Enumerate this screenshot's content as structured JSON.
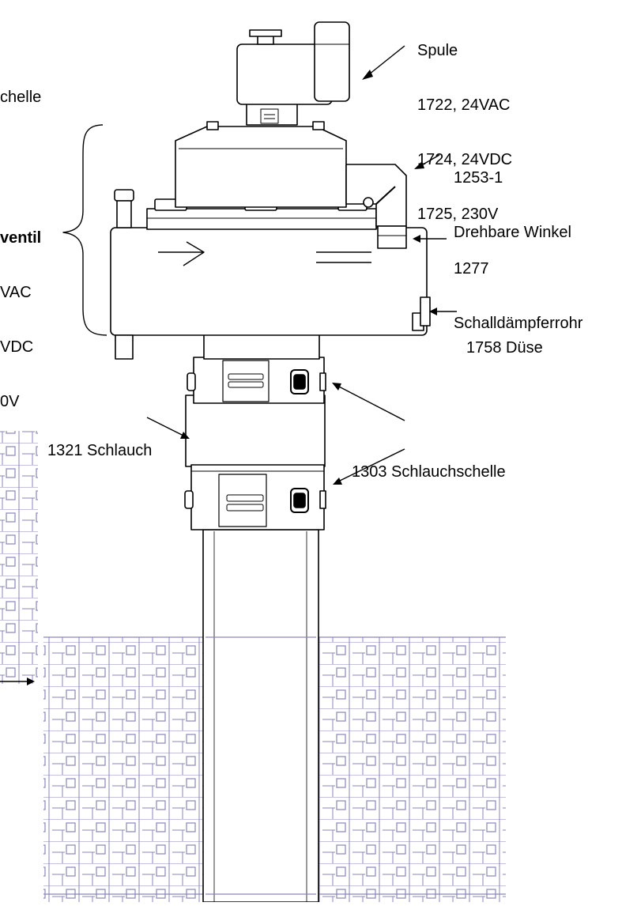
{
  "labels": {
    "spule": {
      "lines": [
        "Spule",
        "1722, 24VAC",
        "1724, 24VDC",
        "1725, 230V"
      ]
    },
    "winkel": {
      "lines": [
        "1253-1",
        "Drehbare Winkel"
      ]
    },
    "schalldaempfer": {
      "lines": [
        "1277",
        "Schalldämpferrohr"
      ]
    },
    "duese": {
      "text": "1758 Düse"
    },
    "schlauch": {
      "text": "1321 Schlauch"
    },
    "schlauchschelle": {
      "text": "1303 Schlauchschelle"
    },
    "left_cut_top": {
      "text": "chelle"
    },
    "left_cut_ventil": {
      "lines": [
        "ventil",
        "VAC",
        "VDC",
        "0V"
      ]
    }
  },
  "colors": {
    "line": "#000000",
    "mesh": "#8a86b8",
    "background": "#ffffff"
  }
}
